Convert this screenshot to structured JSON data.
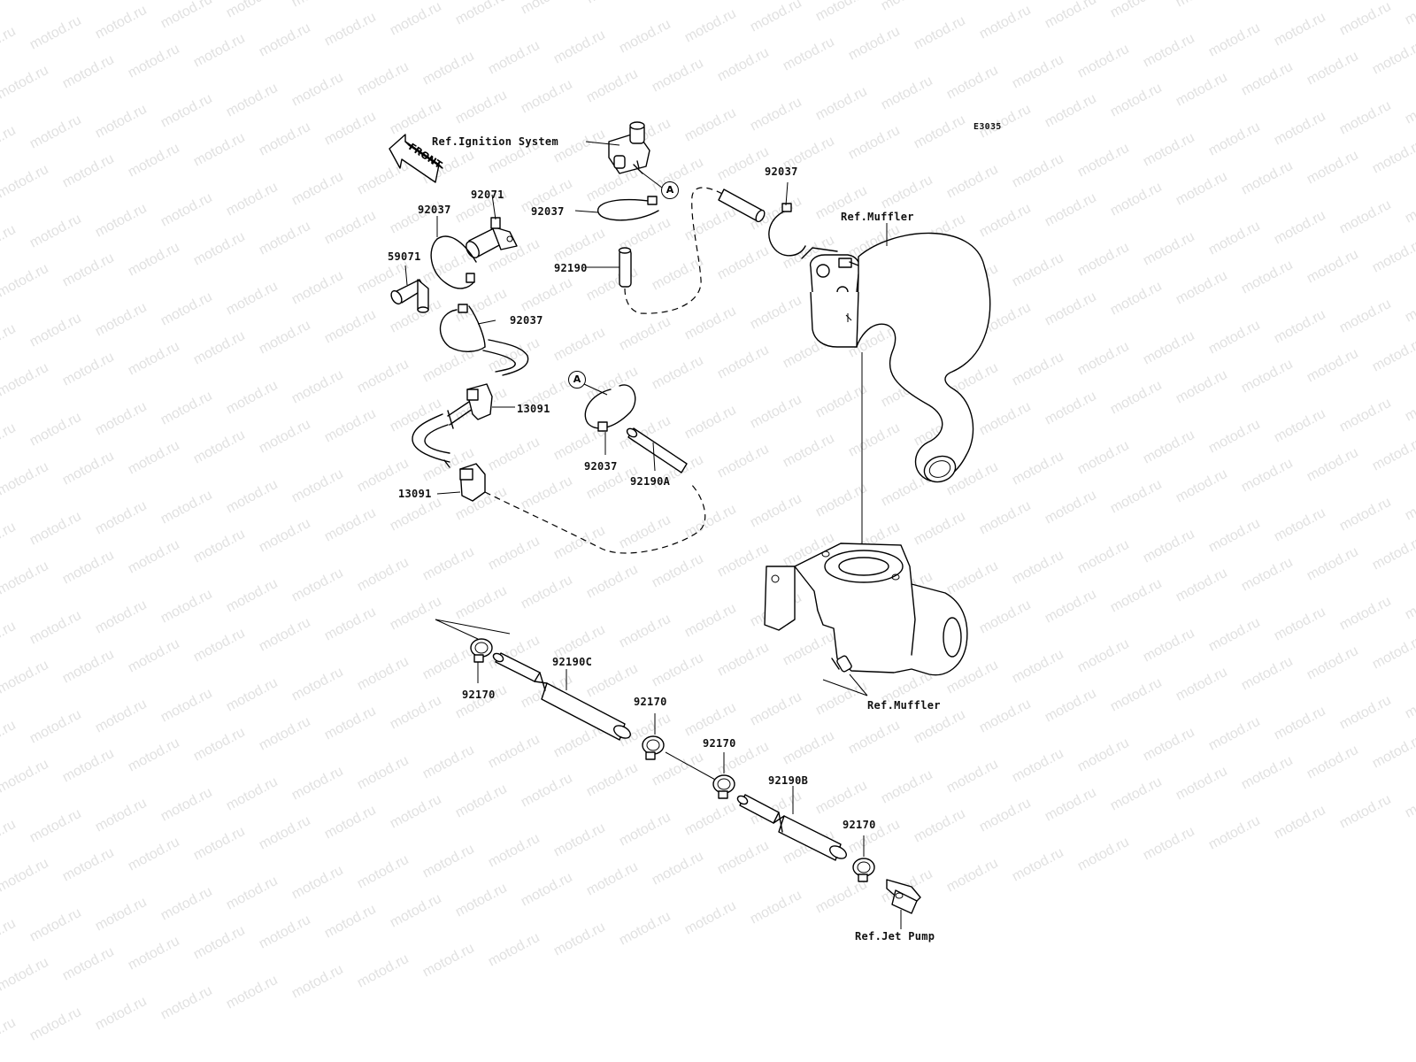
{
  "diagram": {
    "code": "E3035",
    "watermark": "motod.ru",
    "front_label": "FRONT",
    "ref_ignition": "Ref.Ignition System",
    "ref_muffler_top": "Ref.Muffler",
    "ref_muffler_bottom": "Ref.Muffler",
    "ref_jet_pump": "Ref.Jet Pump",
    "marker_a": "A",
    "parts": {
      "p92037_a": "92037",
      "p92071": "92071",
      "p92037_b": "92037",
      "p92037_c": "92037",
      "p59071": "59071",
      "p92190": "92190",
      "p92037_d": "92037",
      "p13091_a": "13091",
      "p13091_b": "13091",
      "p92037_e": "92037",
      "p92190a": "92190A",
      "p92190c": "92190C",
      "p92170_a": "92170",
      "p92170_b": "92170",
      "p92170_c": "92170",
      "p92190b": "92190B",
      "p92170_d": "92170"
    }
  }
}
